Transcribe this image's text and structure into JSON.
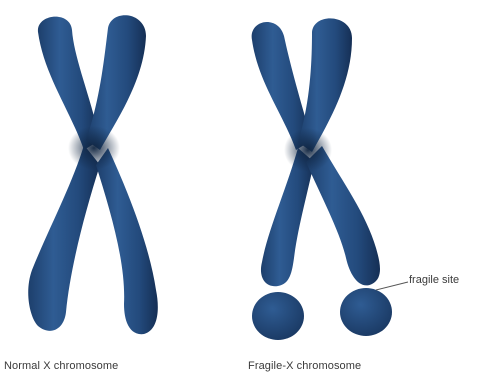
{
  "figure": {
    "normal_caption": "Normal X chromosome",
    "fragile_caption": "Fragile-X chromosome",
    "annotation_label": "fragile site",
    "colors": {
      "chromosome_light": "#2f5c93",
      "chromosome_mid": "#234a7c",
      "chromosome_dark": "#152f55",
      "centromere": "#0f2440",
      "leader_line": "#555555",
      "caption_text": "#3a3a3a"
    }
  }
}
